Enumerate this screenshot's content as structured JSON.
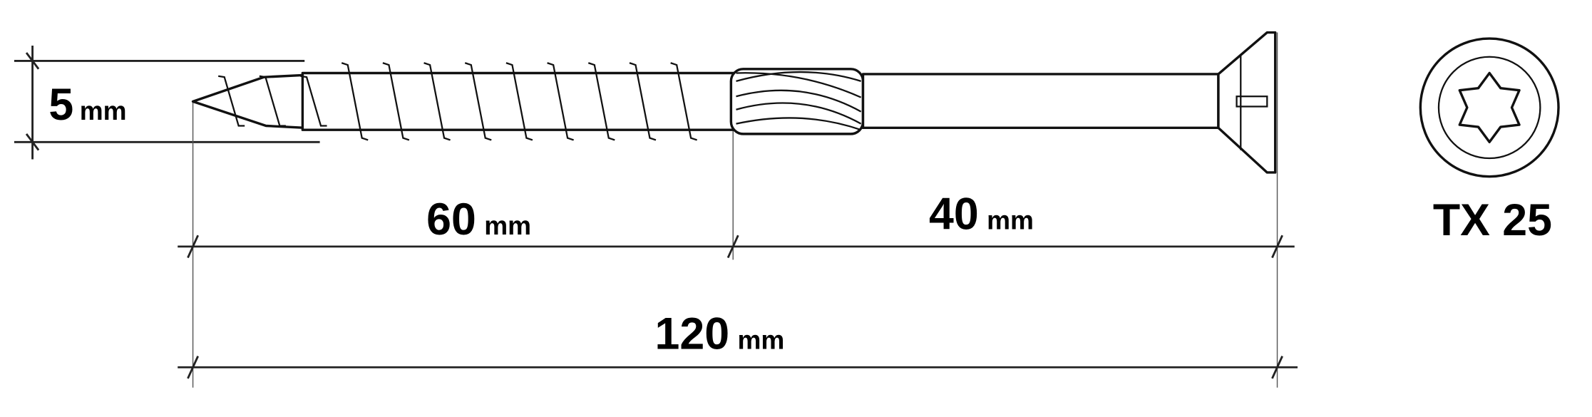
{
  "dimensions": {
    "diameter": {
      "value": "5",
      "unit": "mm"
    },
    "thread_length": {
      "value": "60",
      "unit": "mm"
    },
    "shank_length": {
      "value": "40",
      "unit": "mm"
    },
    "total_length": {
      "value": "120",
      "unit": "mm"
    }
  },
  "drive": {
    "label": "TX 25"
  },
  "colors": {
    "line": "#111111",
    "background": "#ffffff"
  }
}
